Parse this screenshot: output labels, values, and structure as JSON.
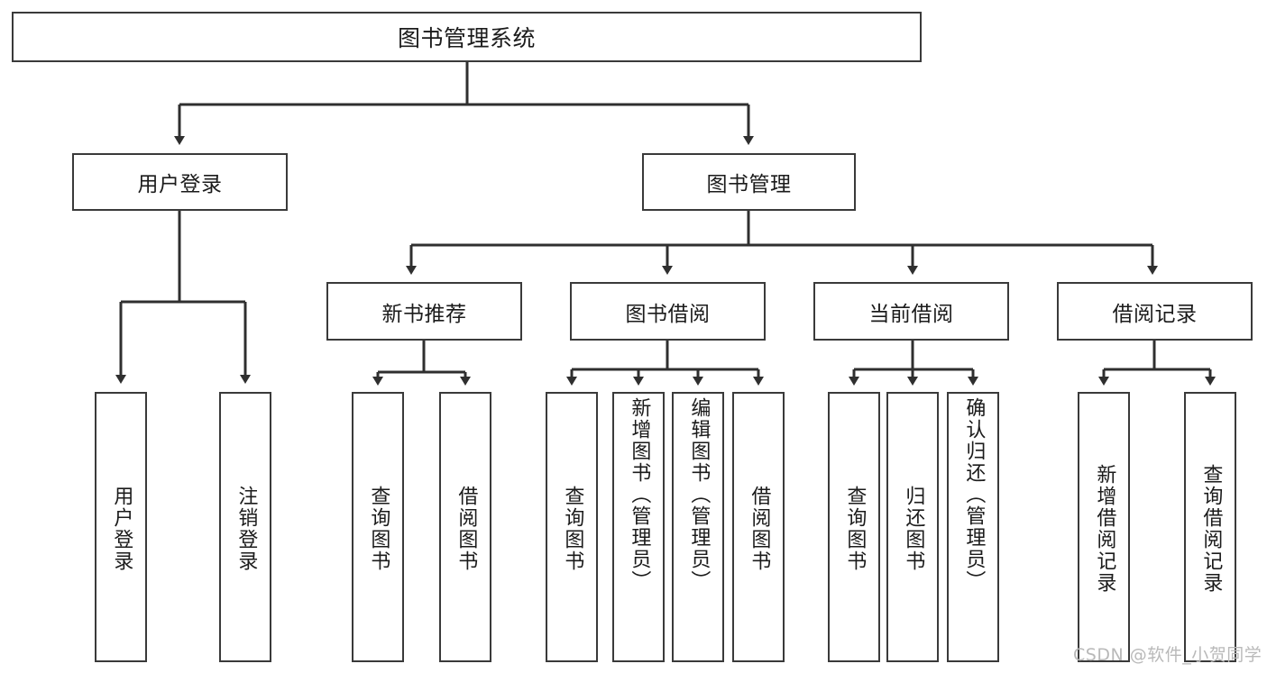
{
  "diagram": {
    "type": "tree-hierarchy",
    "title": "图书管理系统",
    "root": {
      "label": "图书管理系统"
    },
    "level1": [
      {
        "label": "用户登录"
      },
      {
        "label": "图书管理"
      }
    ],
    "level2": [
      {
        "label": "新书推荐"
      },
      {
        "label": "图书借阅"
      },
      {
        "label": "当前借阅"
      },
      {
        "label": "借阅记录"
      }
    ],
    "leaves": {
      "user_login": [
        {
          "label": "用户登录"
        },
        {
          "label": "注销登录"
        }
      ],
      "new_book": [
        {
          "label": "查询图书"
        },
        {
          "label": "借阅图书"
        }
      ],
      "book_borrow": [
        {
          "label": "查询图书"
        },
        {
          "label": "新增图书（管理员）"
        },
        {
          "label": "编辑图书（管理员）"
        },
        {
          "label": "借阅图书"
        }
      ],
      "current_borrow": [
        {
          "label": "查询图书"
        },
        {
          "label": "归还图书"
        },
        {
          "label": "确认归还（管理员）"
        }
      ],
      "borrow_record": [
        {
          "label": "新增借阅记录"
        },
        {
          "label": "查询借阅记录"
        }
      ]
    }
  },
  "watermark": {
    "text": "CSDN @软件_小贺同学"
  },
  "colors": {
    "box_border": "#3a3a3a",
    "connector": "#2f2f2f",
    "background": "#ffffff",
    "text": "#1b1b1b",
    "watermark": "#b9b9b9"
  }
}
